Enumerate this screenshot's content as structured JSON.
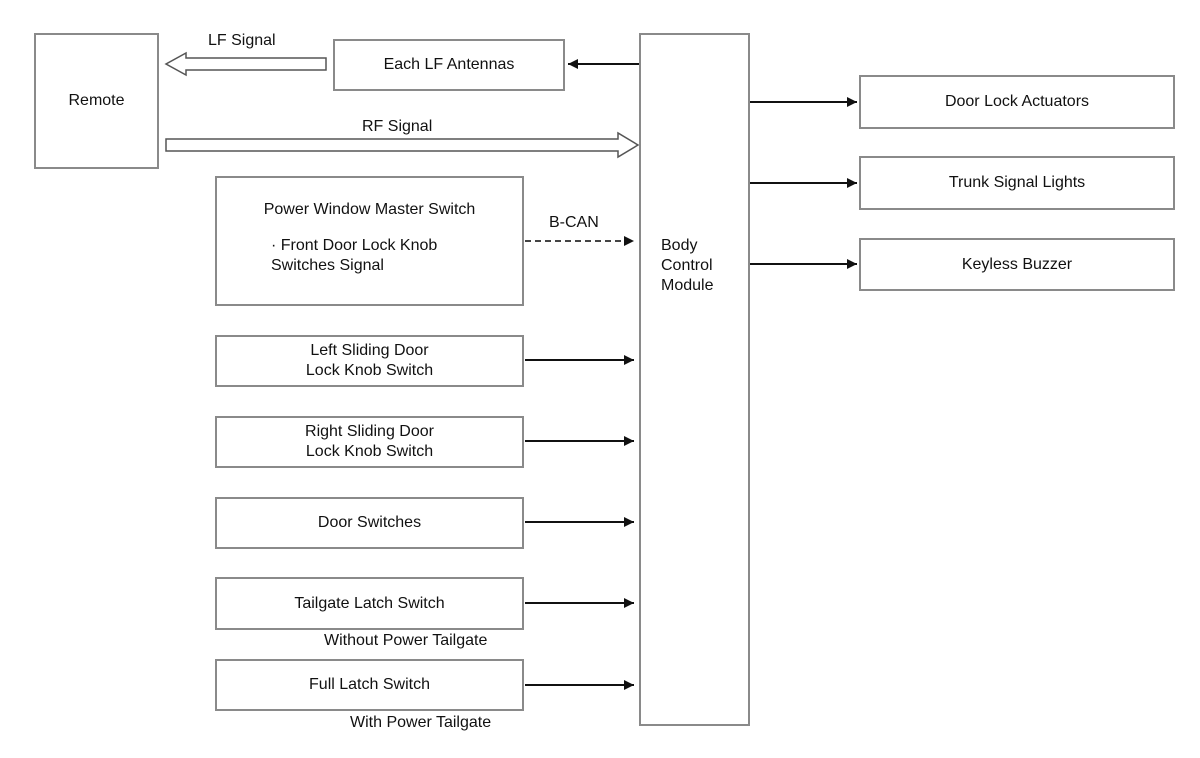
{
  "remote": "Remote",
  "lf_antennas": "Each LF Antennas",
  "lf_signal": "LF Signal",
  "rf_signal": "RF Signal",
  "bcm": [
    "Body",
    "Control",
    "Module"
  ],
  "outputs": [
    "Door Lock Actuators",
    "Trunk Signal Lights",
    "Keyless Buzzer"
  ],
  "power_window": {
    "title": "Power Window Master Switch",
    "sub": [
      "· Front Door Lock Knob",
      "Switches Signal"
    ]
  },
  "bcan": "B-CAN",
  "left_sliding": [
    "Left Sliding Door",
    "Lock Knob Switch"
  ],
  "right_sliding": [
    "Right Sliding Door",
    "Lock Knob Switch"
  ],
  "door_switches": "Door Switches",
  "tailgate_latch": "Tailgate Latch Switch",
  "without_power_tailgate": "Without Power Tailgate",
  "full_latch": "Full Latch Switch",
  "with_power_tailgate": "With Power Tailgate"
}
